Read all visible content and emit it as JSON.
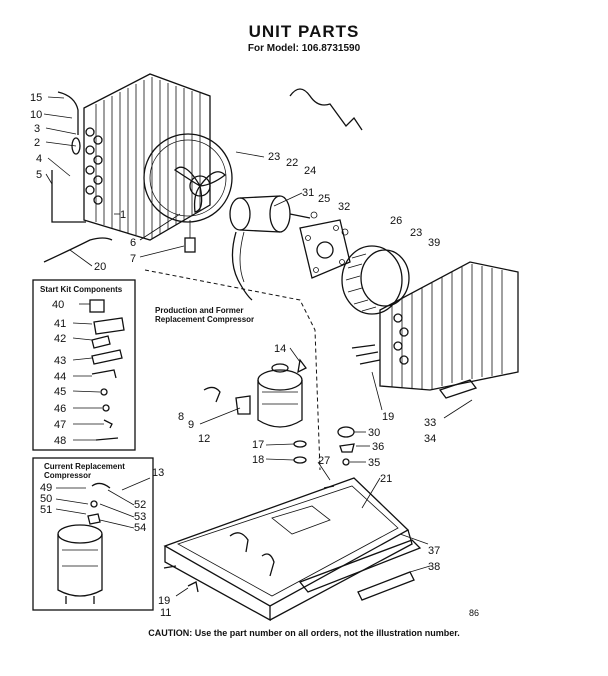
{
  "title": "UNIT PARTS",
  "subtitle": "For Model: 106.8731590",
  "start_kit": {
    "title": "Start Kit Components"
  },
  "production": {
    "title": "Production and Former Replacement Compressor"
  },
  "current": {
    "title": "Current Replacement Compressor"
  },
  "caution": "CAUTION: Use the part number on all orders, not the illustration number.",
  "page_code": "86",
  "callouts": [
    "15",
    "10",
    "3",
    "2",
    "4",
    "5",
    "1",
    "6",
    "7",
    "20",
    "23",
    "22",
    "24",
    "31",
    "25",
    "32",
    "26",
    "23",
    "39",
    "40",
    "41",
    "42",
    "43",
    "44",
    "45",
    "46",
    "47",
    "48",
    "14",
    "8",
    "9",
    "12",
    "17",
    "18",
    "27",
    "30",
    "36",
    "35",
    "21",
    "19",
    "33",
    "34",
    "13",
    "49",
    "50",
    "51",
    "52",
    "53",
    "54",
    "37",
    "38",
    "19",
    "11"
  ]
}
